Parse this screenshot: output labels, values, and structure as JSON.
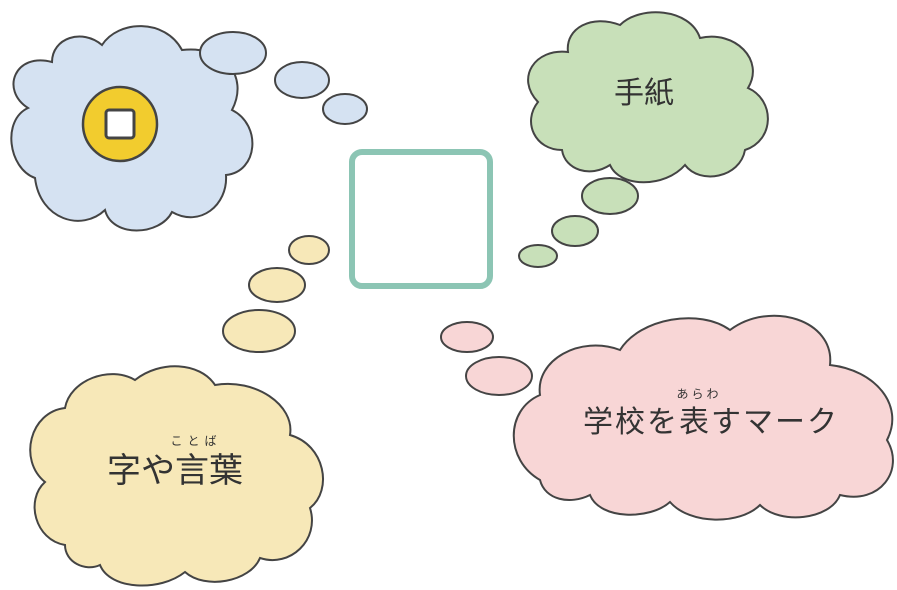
{
  "diagram": {
    "center_box": {
      "text": ""
    },
    "bubbles": {
      "coin": {
        "icon": "coin-icon",
        "color": "#d5e2f2"
      },
      "letter": {
        "label": "手紙",
        "color": "#c8e0b9"
      },
      "words": {
        "label": "字や言葉",
        "ruby": "ことば",
        "color": "#f7e8b8"
      },
      "school_mark": {
        "label": "学校を表すマーク",
        "ruby": "あらわ",
        "color": "#f8d6d6"
      }
    },
    "colors": {
      "outline": "#444444",
      "center_box_border": "#8cc5b4",
      "coin_fill": "#f2cc2e"
    }
  }
}
